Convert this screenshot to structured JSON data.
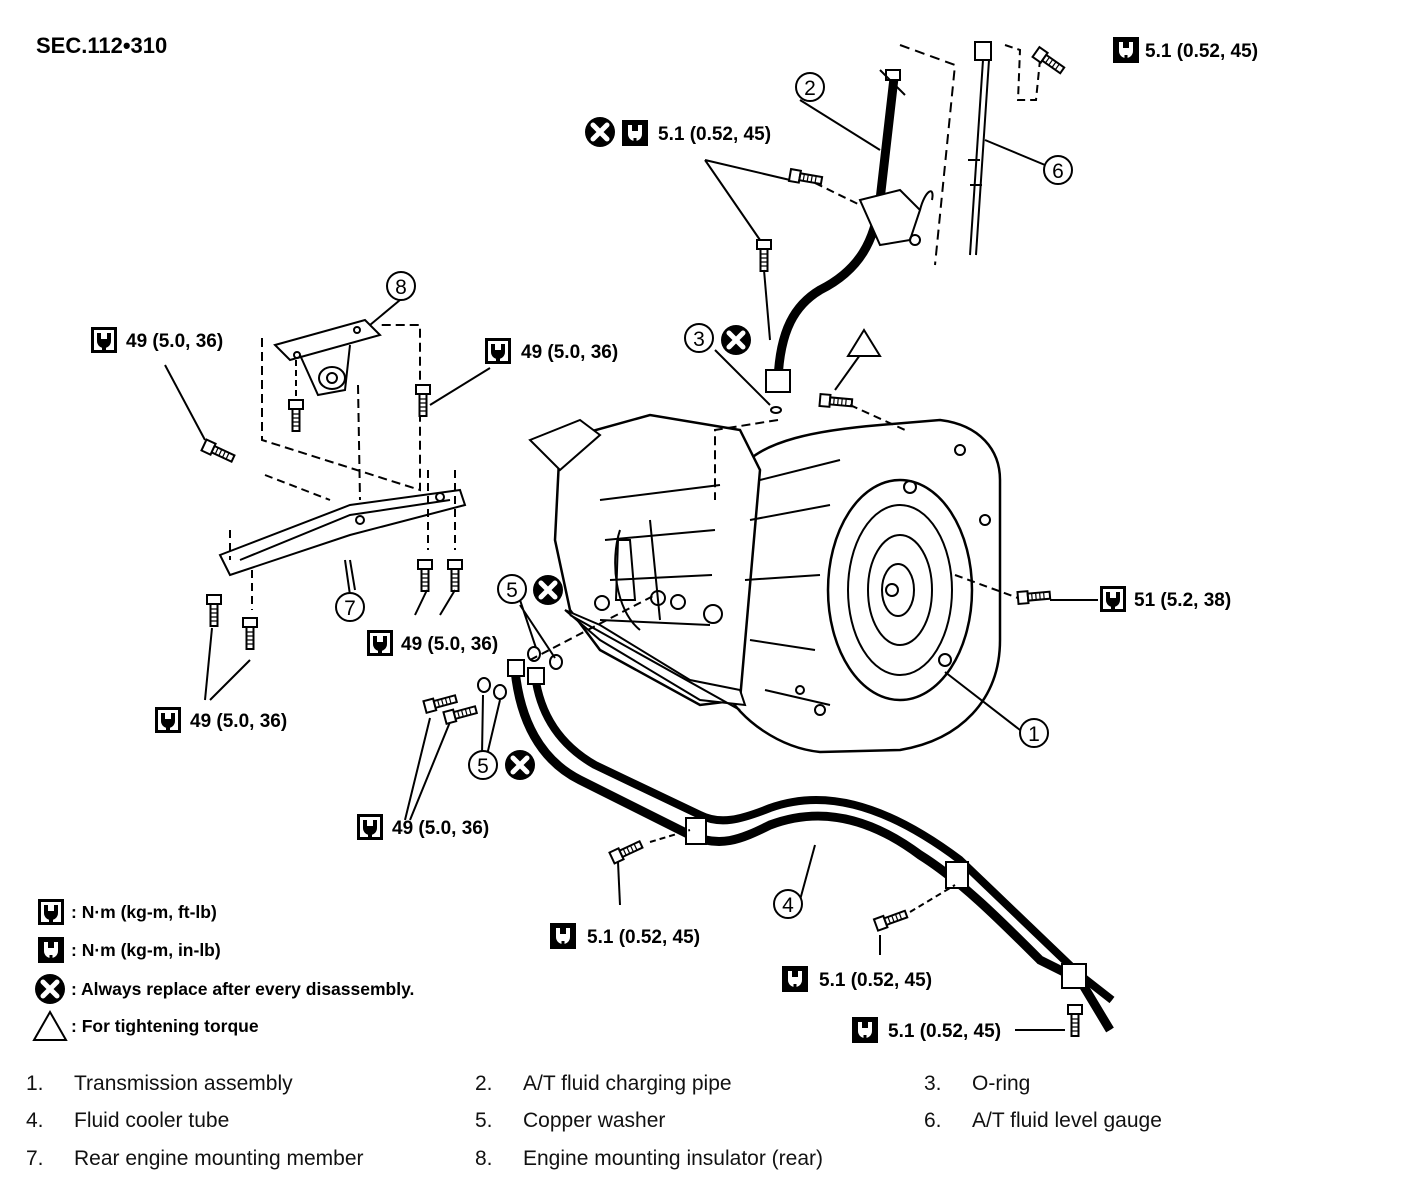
{
  "section": "SEC.112•310",
  "torques": {
    "t1": "5.1 (0.52, 45)",
    "t2": "5.1 (0.52, 45)",
    "t3": "49 (5.0, 36)",
    "t4": "49 (5.0, 36)",
    "t5": "51 (5.2, 38)",
    "t6": "49 (5.0, 36)",
    "t7": "49 (5.0, 36)",
    "t8": "49 (5.0, 36)",
    "t9": "5.1 (0.52, 45)",
    "t10": "5.1 (0.52, 45)",
    "t11": "5.1 (0.52, 45)"
  },
  "callouts": {
    "c1": "1",
    "c2": "2",
    "c3": "3",
    "c4": "4",
    "c5a": "5",
    "c5b": "5",
    "c6": "6",
    "c7": "7",
    "c8": "8"
  },
  "legend": [
    ": N·m (kg-m, ft-lb)",
    ": N·m (kg-m, in-lb)",
    ": Always replace after every disassembly.",
    ": For tightening torque"
  ],
  "parts": [
    {
      "num": "1.",
      "name": "Transmission assembly"
    },
    {
      "num": "2.",
      "name": "A/T fluid charging pipe"
    },
    {
      "num": "3.",
      "name": "O-ring"
    },
    {
      "num": "4.",
      "name": "Fluid cooler tube"
    },
    {
      "num": "5.",
      "name": "Copper washer"
    },
    {
      "num": "6.",
      "name": "A/T fluid level gauge"
    },
    {
      "num": "7.",
      "name": "Rear engine mounting member"
    },
    {
      "num": "8.",
      "name": "Engine mounting insulator (rear)"
    }
  ],
  "icons": [
    "torque-wrench-icon",
    "torque-wrench-filled-icon",
    "replace-x-icon",
    "triangle-icon"
  ]
}
